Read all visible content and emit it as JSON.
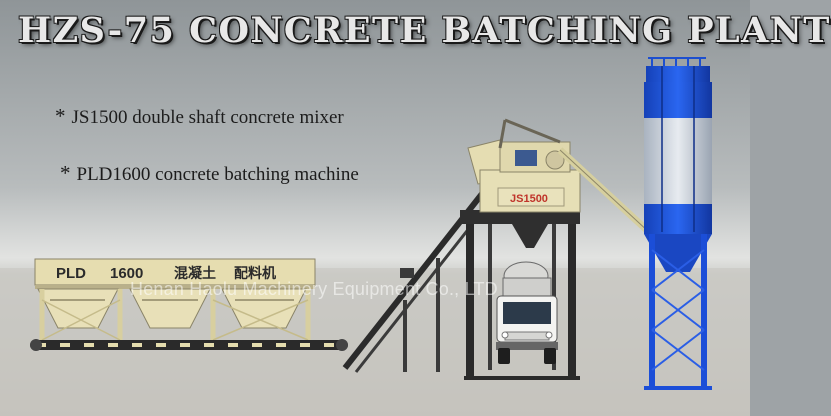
{
  "title": "HZS-75 CONCRETE BATCHING PLANT",
  "bullets": {
    "star": "*",
    "b1": "JS1500 double shaft concrete mixer",
    "b2": "PLD1600 concrete batching machine"
  },
  "watermark": "Henan Haolu Machinery Equipment Co., LTD",
  "hopper": {
    "pld": "PLD",
    "model": "1600",
    "cn1": "混凝土",
    "cn2": "配料机"
  },
  "mixer_label": "JS1500",
  "colors": {
    "sky_top": "#a4a9ac",
    "sky_horizon": "#d9dcdc",
    "ground": "#c8c6c0",
    "frame_cream": "#e4dcae",
    "steel_dark": "#2f2f2f",
    "silo_blue": "#1c4fd6",
    "silo_light": "#cfd6e0",
    "mixer_red": "#c0342a"
  }
}
